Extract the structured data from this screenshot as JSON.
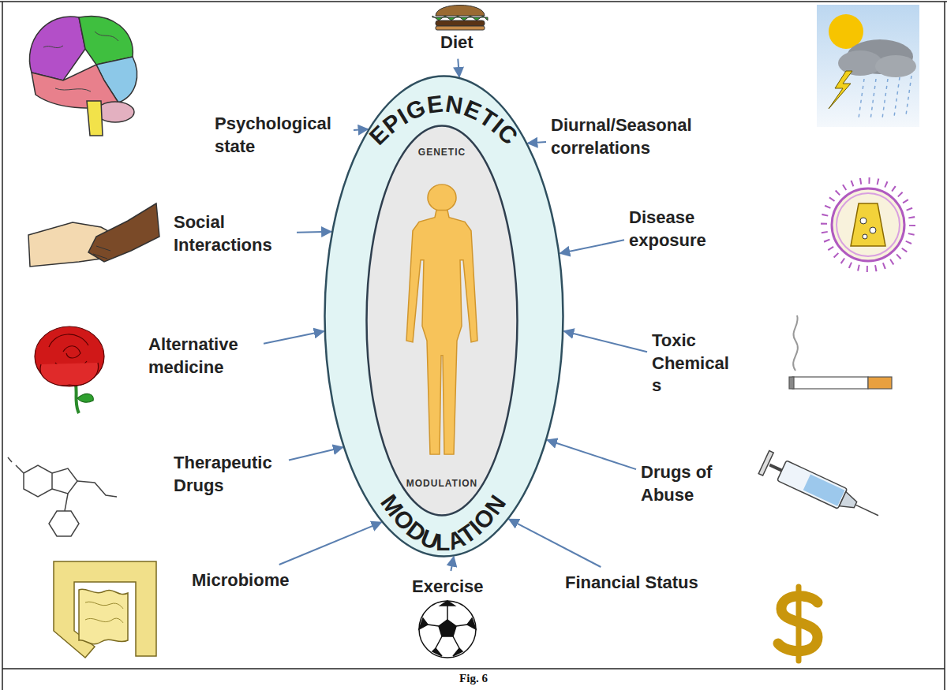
{
  "diagram": {
    "caption": "Fig. 6",
    "nodes": [
      {
        "text": [
          "EPIGENETIC",
          "MODULATION"
        ]
      },
      {
        "text": [
          "GENETIC",
          "MODULATION"
        ],
        "in": 0
      },
      {
        "text": [
          "Diet"
        ]
      },
      {
        "text": [
          "Diurnal/Seasonal correlations"
        ]
      },
      {
        "text": [
          "Disease exposure"
        ]
      },
      {
        "text": [
          "Toxic Chemical s"
        ]
      },
      {
        "text": [
          "Drugs of Abuse"
        ]
      },
      {
        "text": [
          "Financial Status"
        ]
      },
      {
        "text": [
          "Exercise"
        ]
      },
      {
        "text": [
          "Microbiome"
        ]
      },
      {
        "text": [
          "Therapeutic Drugs"
        ]
      },
      {
        "text": [
          "Alternative medicine"
        ]
      },
      {
        "text": [
          "Social Interactions"
        ]
      },
      {
        "text": [
          "Psychological state"
        ]
      }
    ],
    "edges": [
      {
        "from": 2,
        "to": 0,
        "arrow": "to"
      },
      {
        "from": 3,
        "to": 0,
        "arrow": "to"
      },
      {
        "from": 4,
        "to": 0,
        "arrow": "to"
      },
      {
        "from": 5,
        "to": 0,
        "arrow": "to"
      },
      {
        "from": 6,
        "to": 0,
        "arrow": "to"
      },
      {
        "from": 7,
        "to": 0,
        "arrow": "to"
      },
      {
        "from": 8,
        "to": 0,
        "arrow": "to"
      },
      {
        "from": 9,
        "to": 0,
        "arrow": "to"
      },
      {
        "from": 10,
        "to": 0,
        "arrow": "to"
      },
      {
        "from": 11,
        "to": 0,
        "arrow": "to"
      },
      {
        "from": 12,
        "to": 0,
        "arrow": "to"
      },
      {
        "from": 13,
        "to": 0,
        "arrow": "to"
      }
    ]
  }
}
